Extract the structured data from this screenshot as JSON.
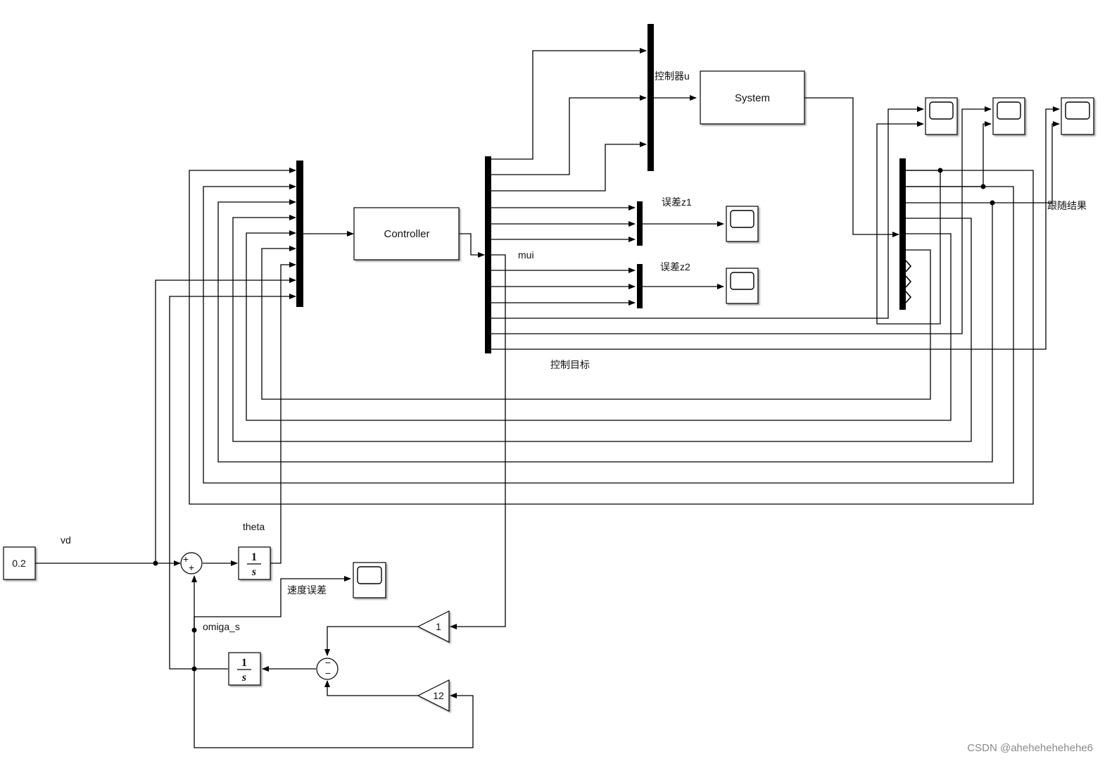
{
  "blocks": {
    "constant_value": "0.2",
    "system_label": "System",
    "controller_label": "Controller",
    "gain1_value": "1",
    "gain12_value": "12",
    "integrator_numerator": "1",
    "integrator_denominator": "s"
  },
  "signals": {
    "vd": "vd",
    "theta": "theta",
    "omiga_s": "omiga_s",
    "mui": "mui",
    "speed_error": "速度误差",
    "controller_u": "控制器u",
    "error_z1": "误差z1",
    "error_z2": "误差z2",
    "control_target": "控制目标",
    "tracking_result": "跟随结果"
  },
  "sum_signs": {
    "sum1_top": "+",
    "sum1_bottom": "+",
    "sum2_top": "−",
    "sum2_bottom": "−"
  },
  "watermark": "CSDN @ahehehehehehe6"
}
